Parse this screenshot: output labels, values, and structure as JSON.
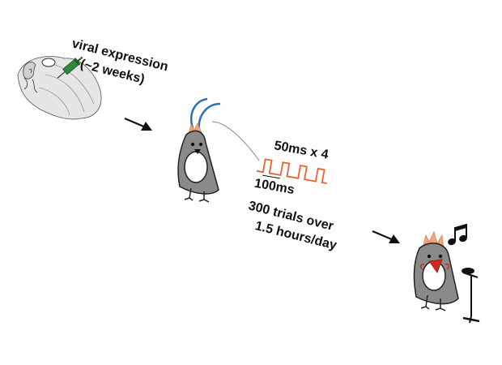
{
  "labels": {
    "viral_line1": "viral expression",
    "viral_line2": "(~2 weeks)",
    "pulse": "50ms x 4",
    "interval": "100ms",
    "trials_line1": "300 trials over",
    "trials_line2": "1.5 hours/day"
  },
  "colors": {
    "ink": "#111111",
    "brain_fill": "#e6e6e6",
    "bird_body": "#8a8a8a",
    "fiber_blue": "#2c6fb8",
    "implant_orange": "#f2a27e",
    "pulse_orange": "#e8622a",
    "beak_red": "#cc2a1f",
    "syringe_green": "#2e8b3c"
  },
  "icons": [
    "brain-icon",
    "syringe-icon",
    "arrow-icon",
    "bird-icon",
    "optical-fiber-icon",
    "square-pulse-icon",
    "music-note-icon",
    "microphone-icon"
  ]
}
